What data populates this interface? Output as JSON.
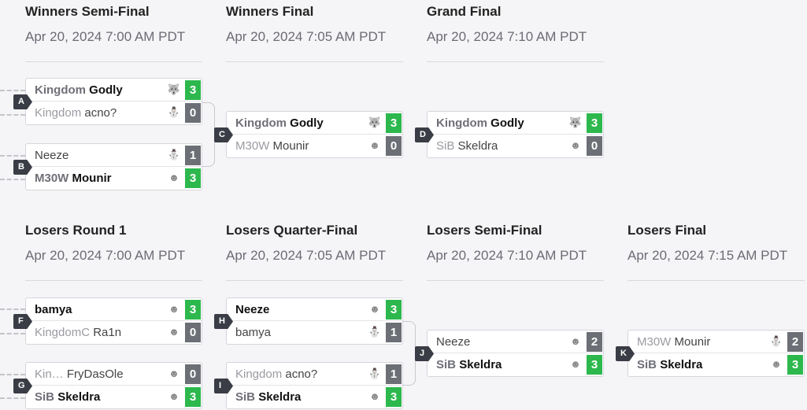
{
  "rounds": {
    "ws": {
      "title": "Winners Semi-Final",
      "date": "Apr 20, 2024 7:00 AM PDT"
    },
    "wf": {
      "title": "Winners Final",
      "date": "Apr 20, 2024 7:05 AM PDT"
    },
    "gf": {
      "title": "Grand Final",
      "date": "Apr 20, 2024 7:10 AM PDT"
    },
    "lr1": {
      "title": "Losers Round 1",
      "date": "Apr 20, 2024 7:00 AM PDT"
    },
    "lqf": {
      "title": "Losers Quarter-Final",
      "date": "Apr 20, 2024 7:05 AM PDT"
    },
    "lsf": {
      "title": "Losers Semi-Final",
      "date": "Apr 20, 2024 7:10 AM PDT"
    },
    "lf": {
      "title": "Losers Final",
      "date": "Apr 20, 2024 7:15 AM PDT"
    }
  },
  "matches": {
    "A": {
      "id": "A",
      "p1": {
        "prefix": "Kingdom",
        "tag": "Godly",
        "score": "3",
        "char": "wolf-icon"
      },
      "p2": {
        "prefix": "Kingdom",
        "tag": "acno?",
        "score": "0",
        "char": "ice-climbers-icon"
      }
    },
    "B": {
      "id": "B",
      "p1": {
        "prefix": "",
        "tag": "Neeze",
        "score": "1",
        "char": "ice-climbers-icon"
      },
      "p2": {
        "prefix": "M30W",
        "tag": "Mounir",
        "score": "3",
        "char": "character-icon"
      }
    },
    "C": {
      "id": "C",
      "p1": {
        "prefix": "Kingdom",
        "tag": "Godly",
        "score": "3",
        "char": "wolf-icon"
      },
      "p2": {
        "prefix": "M30W",
        "tag": "Mounir",
        "score": "0",
        "char": "character-icon"
      }
    },
    "D": {
      "id": "D",
      "p1": {
        "prefix": "Kingdom",
        "tag": "Godly",
        "score": "3",
        "char": "wolf-icon"
      },
      "p2": {
        "prefix": "SiB",
        "tag": "Skeldra",
        "score": "0",
        "char": "character-icon"
      }
    },
    "F": {
      "id": "F",
      "p1": {
        "prefix": "",
        "tag": "bamya",
        "score": "3",
        "char": "character-icon"
      },
      "p2": {
        "prefix": "KingdomC",
        "tag": "Ra1n",
        "score": "0",
        "char": "character-icon"
      }
    },
    "G": {
      "id": "G",
      "p1": {
        "prefix": "Kin…",
        "tag": "FryDasOle",
        "score": "0",
        "char": "character-icon"
      },
      "p2": {
        "prefix": "SiB",
        "tag": "Skeldra",
        "score": "3",
        "char": "character-icon"
      }
    },
    "H": {
      "id": "H",
      "p1": {
        "prefix": "",
        "tag": "Neeze",
        "score": "3",
        "char": "character-icon"
      },
      "p2": {
        "prefix": "",
        "tag": "bamya",
        "score": "1",
        "char": "ice-climbers-icon"
      }
    },
    "I": {
      "id": "I",
      "p1": {
        "prefix": "Kingdom",
        "tag": "acno?",
        "score": "1",
        "char": "ice-climbers-icon"
      },
      "p2": {
        "prefix": "SiB",
        "tag": "Skeldra",
        "score": "3",
        "char": "character-icon"
      }
    },
    "J": {
      "id": "J",
      "p1": {
        "prefix": "",
        "tag": "Neeze",
        "score": "2",
        "char": "character-icon"
      },
      "p2": {
        "prefix": "SiB",
        "tag": "Skeldra",
        "score": "3",
        "char": "character-icon"
      }
    },
    "K": {
      "id": "K",
      "p1": {
        "prefix": "M30W",
        "tag": "Mounir",
        "score": "2",
        "char": "ice-climbers-icon"
      },
      "p2": {
        "prefix": "SiB",
        "tag": "Skeldra",
        "score": "3",
        "char": "character-icon"
      }
    }
  },
  "colors": {
    "win": "#2db84d",
    "lose": "#6c6f75",
    "badge": "#3a3d45",
    "background": "#f5f5f7"
  }
}
